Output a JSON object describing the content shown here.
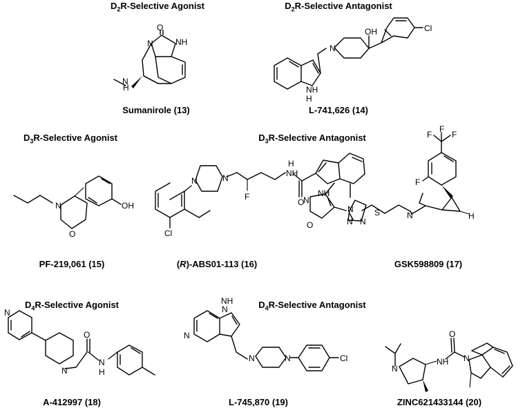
{
  "headers": {
    "d2_agonist": {
      "pre": "D",
      "sub": "2",
      "post": "R-Selective Agonist"
    },
    "d2_antagonist": {
      "pre": "D",
      "sub": "2",
      "post": "R-Selective Antagonist"
    },
    "d3_agonist": {
      "pre": "D",
      "sub": "3",
      "post": "R-Selective Agonist"
    },
    "d3_antagonist": {
      "pre": "D",
      "sub": "3",
      "post": "R-Selective Antagonist"
    },
    "d4_agonist": {
      "pre": "D",
      "sub": "4",
      "post": "R-Selective Agonist"
    },
    "d4_antagonist": {
      "pre": "D",
      "sub": "4",
      "post": "R-Selective Antagonist"
    }
  },
  "compounds": {
    "c13": {
      "name": "Sumanirole (13)"
    },
    "c14": {
      "name": "L-741,626 (14)"
    },
    "c15": {
      "name": "PF-219,061 (15)"
    },
    "c16": {
      "pre": "(",
      "italic": "R",
      "post": ")-ABS01-113 (16)"
    },
    "c17": {
      "name": "GSK598809 (17)"
    },
    "c18": {
      "name": "A-412997 (18)"
    },
    "c19": {
      "name": "L-745,870 (19)"
    },
    "c20": {
      "name": "ZINC621433144 (20)"
    }
  },
  "atoms": {
    "O": "O",
    "N": "N",
    "NH": "NH",
    "H": "H",
    "F": "F",
    "S": "S",
    "Cl": "Cl",
    "OH": "OH",
    "CF3": "F",
    "F3a": "F",
    "F3b": "F"
  }
}
